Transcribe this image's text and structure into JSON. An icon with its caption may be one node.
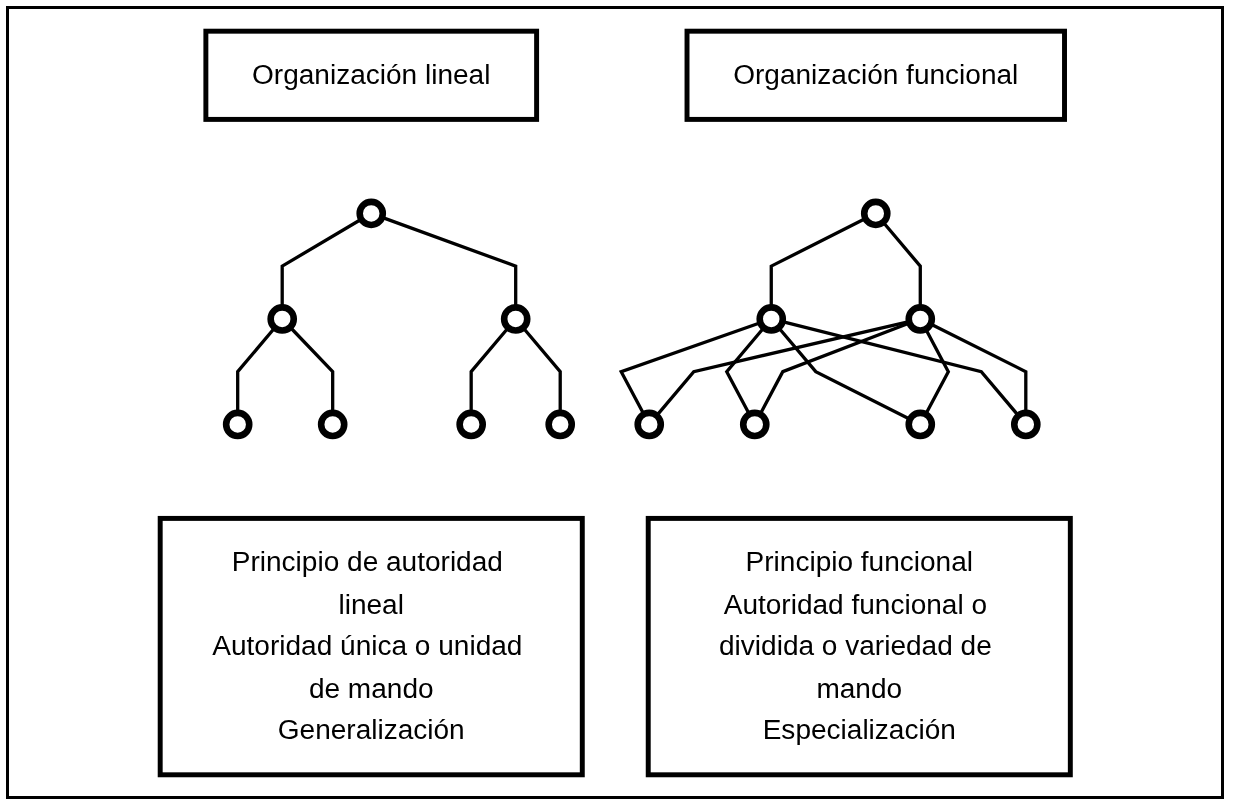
{
  "diagram": {
    "nodes": [
      {
        "text": [
          "Organización lineal"
        ]
      },
      {
        "text": [],
        "shape": "circle"
      },
      {
        "text": [],
        "shape": "circle"
      },
      {
        "text": [],
        "shape": "circle"
      },
      {
        "text": [],
        "shape": "circle"
      },
      {
        "text": [],
        "shape": "circle"
      },
      {
        "text": [],
        "shape": "circle"
      },
      {
        "text": [],
        "shape": "circle"
      },
      {
        "text": [
          "Principio de autoridad lineal",
          "Autoridad única o unidad de mando",
          "Generalización"
        ]
      },
      {
        "text": [
          "Organización funcional"
        ]
      },
      {
        "text": [],
        "shape": "circle"
      },
      {
        "text": [],
        "shape": "circle"
      },
      {
        "text": [],
        "shape": "circle"
      },
      {
        "text": [],
        "shape": "circle"
      },
      {
        "text": [],
        "shape": "circle"
      },
      {
        "text": [],
        "shape": "circle"
      },
      {
        "text": [],
        "shape": "circle"
      },
      {
        "text": [
          "Principio funcional",
          "Autoridad funcional o dividida o variedad de mando",
          "Especialización"
        ]
      }
    ],
    "edges": [
      {
        "from": 1,
        "to": 2,
        "arrow": "none"
      },
      {
        "from": 1,
        "to": 3,
        "arrow": "none"
      },
      {
        "from": 2,
        "to": 4,
        "arrow": "none"
      },
      {
        "from": 2,
        "to": 5,
        "arrow": "none"
      },
      {
        "from": 3,
        "to": 6,
        "arrow": "none"
      },
      {
        "from": 3,
        "to": 7,
        "arrow": "none"
      },
      {
        "from": 10,
        "to": 11,
        "arrow": "none"
      },
      {
        "from": 10,
        "to": 12,
        "arrow": "none"
      },
      {
        "from": 11,
        "to": 13,
        "arrow": "none"
      },
      {
        "from": 11,
        "to": 14,
        "arrow": "none"
      },
      {
        "from": 11,
        "to": 15,
        "arrow": "none"
      },
      {
        "from": 11,
        "to": 16,
        "arrow": "none"
      },
      {
        "from": 12,
        "to": 13,
        "arrow": "none"
      },
      {
        "from": 12,
        "to": 14,
        "arrow": "none"
      },
      {
        "from": 12,
        "to": 15,
        "arrow": "none"
      },
      {
        "from": 12,
        "to": 16,
        "arrow": "none"
      }
    ]
  }
}
